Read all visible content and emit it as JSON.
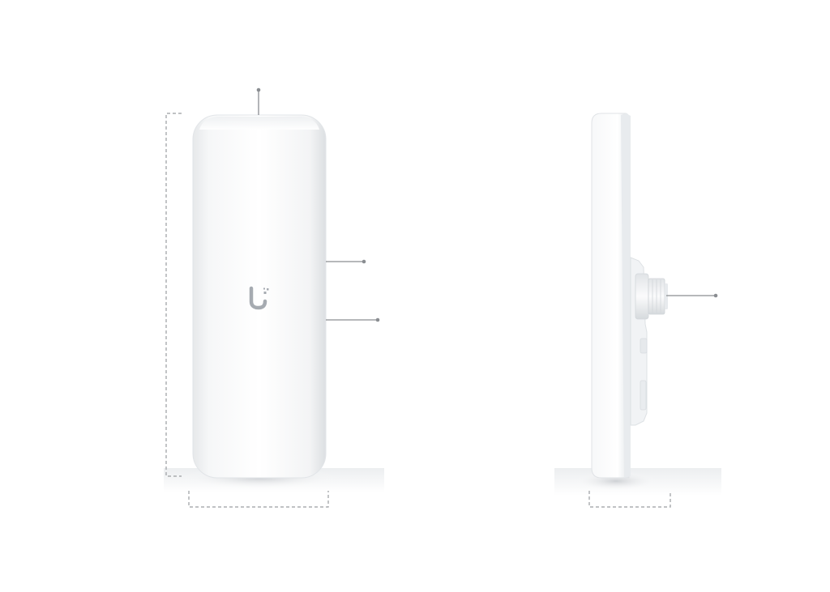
{
  "product": {
    "logo_mark": "U",
    "logo_icon": "ubiquiti-u-logo-icon"
  },
  "views": [
    {
      "name": "front-view",
      "callouts": 3,
      "dimension_marks": [
        "height",
        "width"
      ]
    },
    {
      "name": "side-view",
      "callouts": 1,
      "dimension_marks": [
        "depth"
      ]
    }
  ],
  "colors": {
    "background": "#ffffff",
    "device_body": "#f4f5f6",
    "device_shade": "#dfe2e5",
    "callout_line": "#8a8d91",
    "dimension_line": "#9a9da1",
    "logo": "#a6abb1"
  }
}
